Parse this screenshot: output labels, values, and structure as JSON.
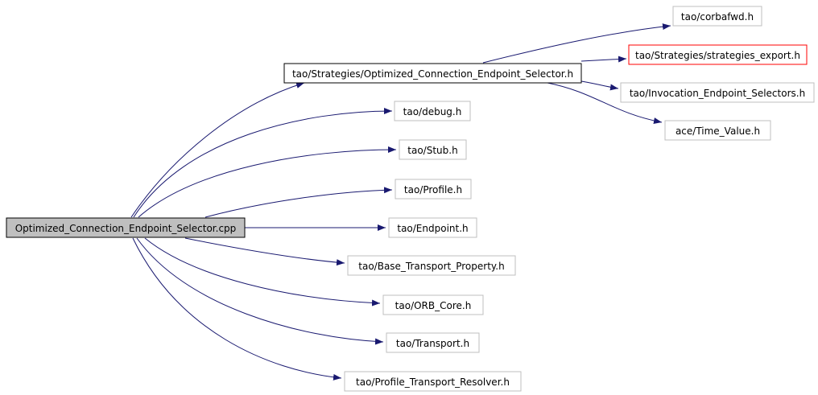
{
  "colors": {
    "edge": "#191970",
    "root_fill": "#bfbfbf",
    "node_border": "#bfbfbf",
    "strong_border": "#000000",
    "missing_border": "#ff0000",
    "background": "#ffffff"
  },
  "nodes": {
    "root": "Optimized_Connection_Endpoint_Selector.cpp",
    "selector_h": "tao/Strategies/Optimized_Connection_Endpoint_Selector.h",
    "corbafwd": "tao/corbafwd.h",
    "strategies_export": "tao/Strategies/strategies_export.h",
    "invocation_selectors": "tao/Invocation_Endpoint_Selectors.h",
    "time_value": "ace/Time_Value.h",
    "debug": "tao/debug.h",
    "stub": "tao/Stub.h",
    "profile": "tao/Profile.h",
    "endpoint": "tao/Endpoint.h",
    "base_transport_property": "tao/Base_Transport_Property.h",
    "orb_core": "tao/ORB_Core.h",
    "transport": "tao/Transport.h",
    "profile_transport_resolver": "tao/Profile_Transport_Resolver.h"
  }
}
